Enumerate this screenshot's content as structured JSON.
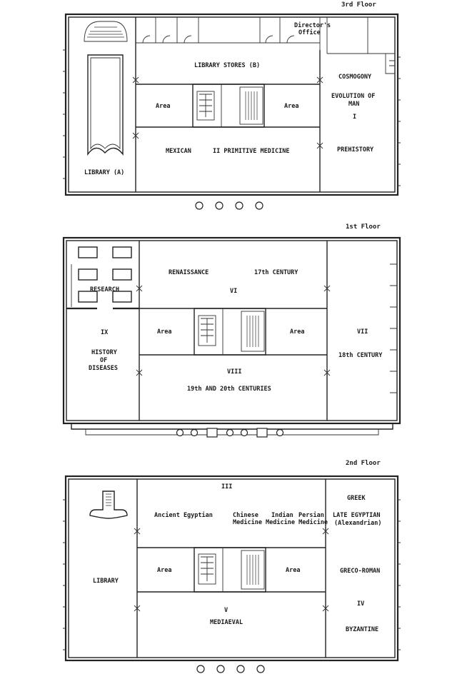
{
  "floors": [
    {
      "id": "third",
      "label": "3rd Floor",
      "rooms": {
        "directors_office_1": "Director's",
        "directors_office_2": "Office",
        "library_stores": "LIBRARY STORES (B)",
        "area_left": "Area",
        "area_right": "Area",
        "cosmogony": "COSMOGONY",
        "evolution_1": "EVOLUTION OF",
        "evolution_2": "MAN",
        "numeral_i": "I",
        "mexican": "MEXICAN",
        "primitive": "II  PRIMITIVE MEDICINE",
        "prehistory": "PREHISTORY",
        "library_a": "LIBRARY (A)"
      }
    },
    {
      "id": "first",
      "label": "1st Floor",
      "rooms": {
        "renaissance": "RENAISSANCE",
        "century_17": "17th  CENTURY",
        "numeral_vi": "VI",
        "research": "RESEARCH",
        "numeral_ix": "IX",
        "history_1": "HISTORY",
        "history_2": "OF",
        "history_3": "DISEASES",
        "area_left": "Area",
        "area_right": "Area",
        "numeral_vii": "VII",
        "century_18": "18th  CENTURY",
        "numeral_viii": "VIII",
        "centuries_19_20": "19th  AND  20th  CENTURIES"
      }
    },
    {
      "id": "second",
      "label": "2nd Floor",
      "rooms": {
        "numeral_iii": "III",
        "ancient_egyptian": "Ancient Egyptian",
        "chinese": "Chinese",
        "indian": "Indian",
        "persian": "Persian",
        "medicine_row": "Medicine Medicine Medicine",
        "greek": "GREEK",
        "late_egyptian": "LATE EGYPTIAN",
        "alexandrian": "(Alexandrian)",
        "library": "LIBRARY",
        "area_left": "Area",
        "area_right": "Area",
        "greco_roman": "GRECO-ROMAN",
        "numeral_iv": "IV",
        "numeral_v": "V",
        "mediaeval": "MEDIAEVAL",
        "byzantine": "BYZANTINE"
      }
    }
  ]
}
